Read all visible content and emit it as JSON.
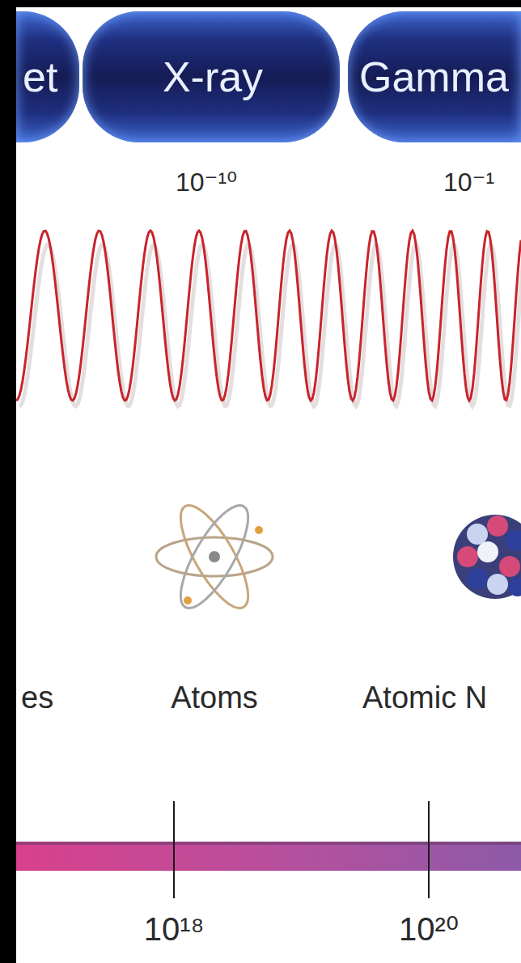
{
  "diagram": {
    "nodes": [
      {
        "text": [
          "et"
        ]
      },
      {
        "text": [
          "X-ray"
        ]
      },
      {
        "text": [
          "Gamma"
        ]
      }
    ],
    "labels": [
      "10⁻¹⁰",
      "10⁻¹",
      "es",
      "Atoms",
      "Atomic N",
      "10¹⁸",
      "10²⁰"
    ]
  }
}
